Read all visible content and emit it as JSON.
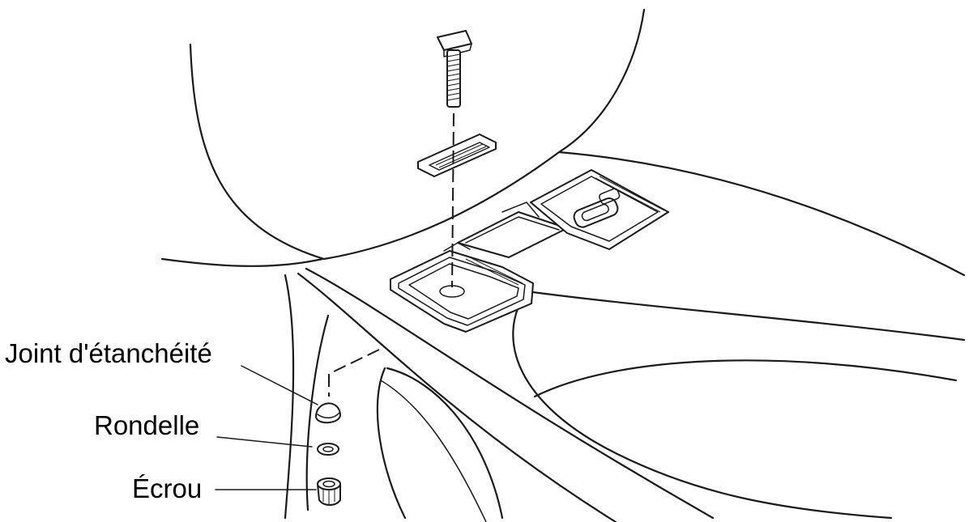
{
  "labels": {
    "seal": "Joint d'étanchéité",
    "washer": "Rondelle",
    "nut": "Écrou"
  },
  "colors": {
    "line": "#1a1a1a",
    "background": "#ffffff"
  }
}
